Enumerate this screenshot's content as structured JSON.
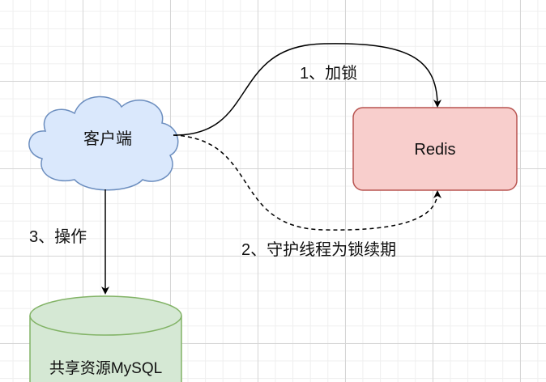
{
  "nodes": {
    "client": {
      "label": "客户端",
      "shape": "cloud",
      "fill": "#dae8fc",
      "stroke": "#6c8ebf"
    },
    "redis": {
      "label": "Redis",
      "shape": "rounded-rectangle",
      "fill": "#f8cecc",
      "stroke": "#b85450"
    },
    "mysql": {
      "label": "共享资源MySQL",
      "shape": "cylinder",
      "fill": "#d5e8d4",
      "stroke": "#82b366"
    }
  },
  "edges": {
    "lock": {
      "label": "1、加锁",
      "style": "solid"
    },
    "renew": {
      "label": "2、守护线程为锁续期",
      "style": "dashed"
    },
    "operate": {
      "label": "3、操作",
      "style": "solid"
    }
  }
}
